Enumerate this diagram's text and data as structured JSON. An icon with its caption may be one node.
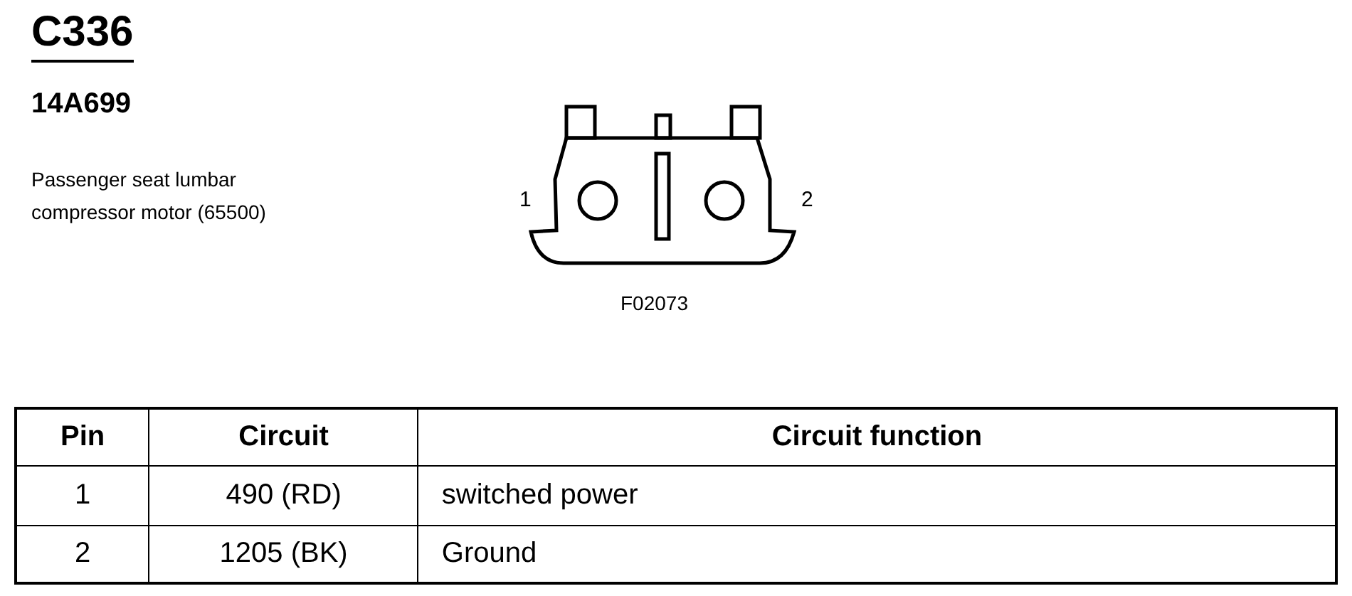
{
  "diagram": {
    "title": "C336",
    "labels": [
      "14A699",
      "Passenger seat lumbar compressor motor (65500)",
      "1",
      "2",
      "F02073",
      "Pin",
      "Circuit",
      "Circuit function",
      "1",
      "490 (RD)",
      "switched power",
      "2",
      "1205 (BK)",
      "Ground"
    ]
  }
}
